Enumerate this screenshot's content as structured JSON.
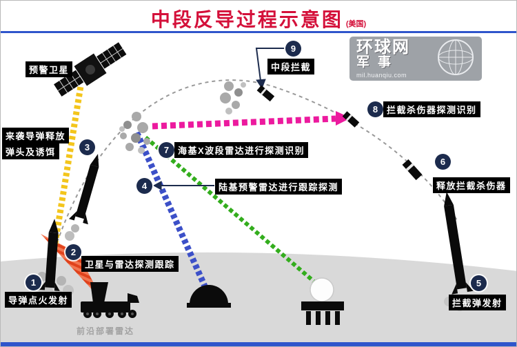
{
  "title": {
    "text": "中段反导过程示意图",
    "region": "(美国)"
  },
  "watermark": {
    "brand": "环球网",
    "section": "军事",
    "url": "mil.huanqiu.com"
  },
  "annotations": {
    "satellite": "预警卫星",
    "incoming_line1": "来袭导弹释放",
    "incoming_line2": "弹头及诱饵",
    "forward_radar": "前沿部署雷达"
  },
  "steps": [
    {
      "num": "1",
      "label": "导弹点火发射"
    },
    {
      "num": "2",
      "label": "卫星与雷达探测跟踪"
    },
    {
      "num": "3",
      "label": ""
    },
    {
      "num": "4",
      "label": "陆基预警雷达进行跟踪探测"
    },
    {
      "num": "5",
      "label": "拦截弹发射"
    },
    {
      "num": "6",
      "label": "释放拦截杀伤器"
    },
    {
      "num": "7",
      "label": "海基X波段雷达进行探测识别"
    },
    {
      "num": "8",
      "label": "拦截杀伤器探测识别"
    },
    {
      "num": "9",
      "label": "中段拦截"
    }
  ],
  "colors": {
    "title_red": "#d4103a",
    "divider_blue": "#2f55cb",
    "step_circle_navy": "#1c2b4d",
    "beam_yellow": "#f3c51c",
    "beam_orange": "#e03a12",
    "beam_blue": "#3c50c8",
    "beam_green": "#33ad1d",
    "beam_magenta": "#ec1a9e",
    "trajectory_gray": "#999999",
    "ground_gray": "#d9d9d9"
  }
}
